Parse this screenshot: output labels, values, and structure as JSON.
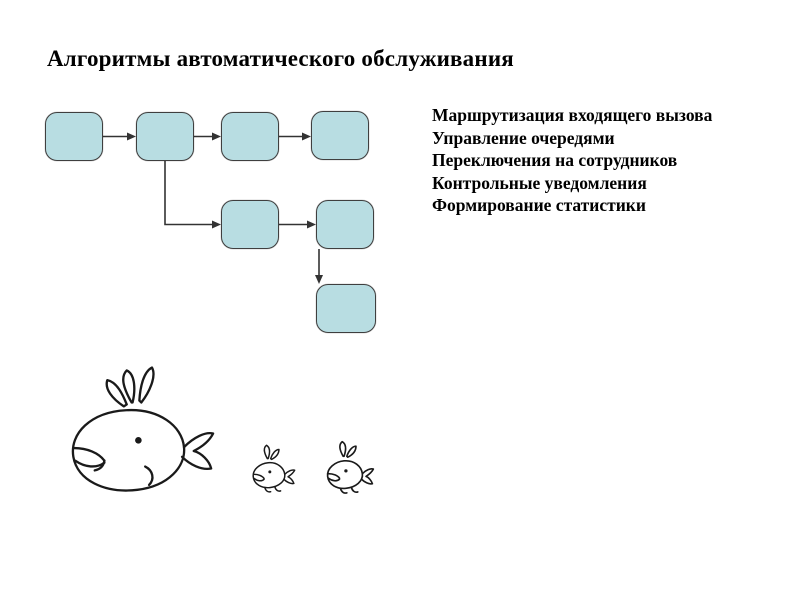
{
  "slide": {
    "title": "Алгоритмы автоматического обслуживания"
  },
  "features": {
    "items": [
      "Маршрутизация входящего вызова",
      "Управление очередями",
      "Переключения на сотрудников",
      "Контрольные уведомления",
      "Формирование статистики"
    ]
  },
  "flowchart": {
    "node_count": 7,
    "nodes_have_text": false,
    "box_fill": "#b8dde2",
    "box_border": "#3f3f3f",
    "connector_color": "#333333"
  },
  "artwork": {
    "items": [
      "whale-drawing",
      "small-fish-drawing",
      "small-fish-drawing"
    ]
  }
}
